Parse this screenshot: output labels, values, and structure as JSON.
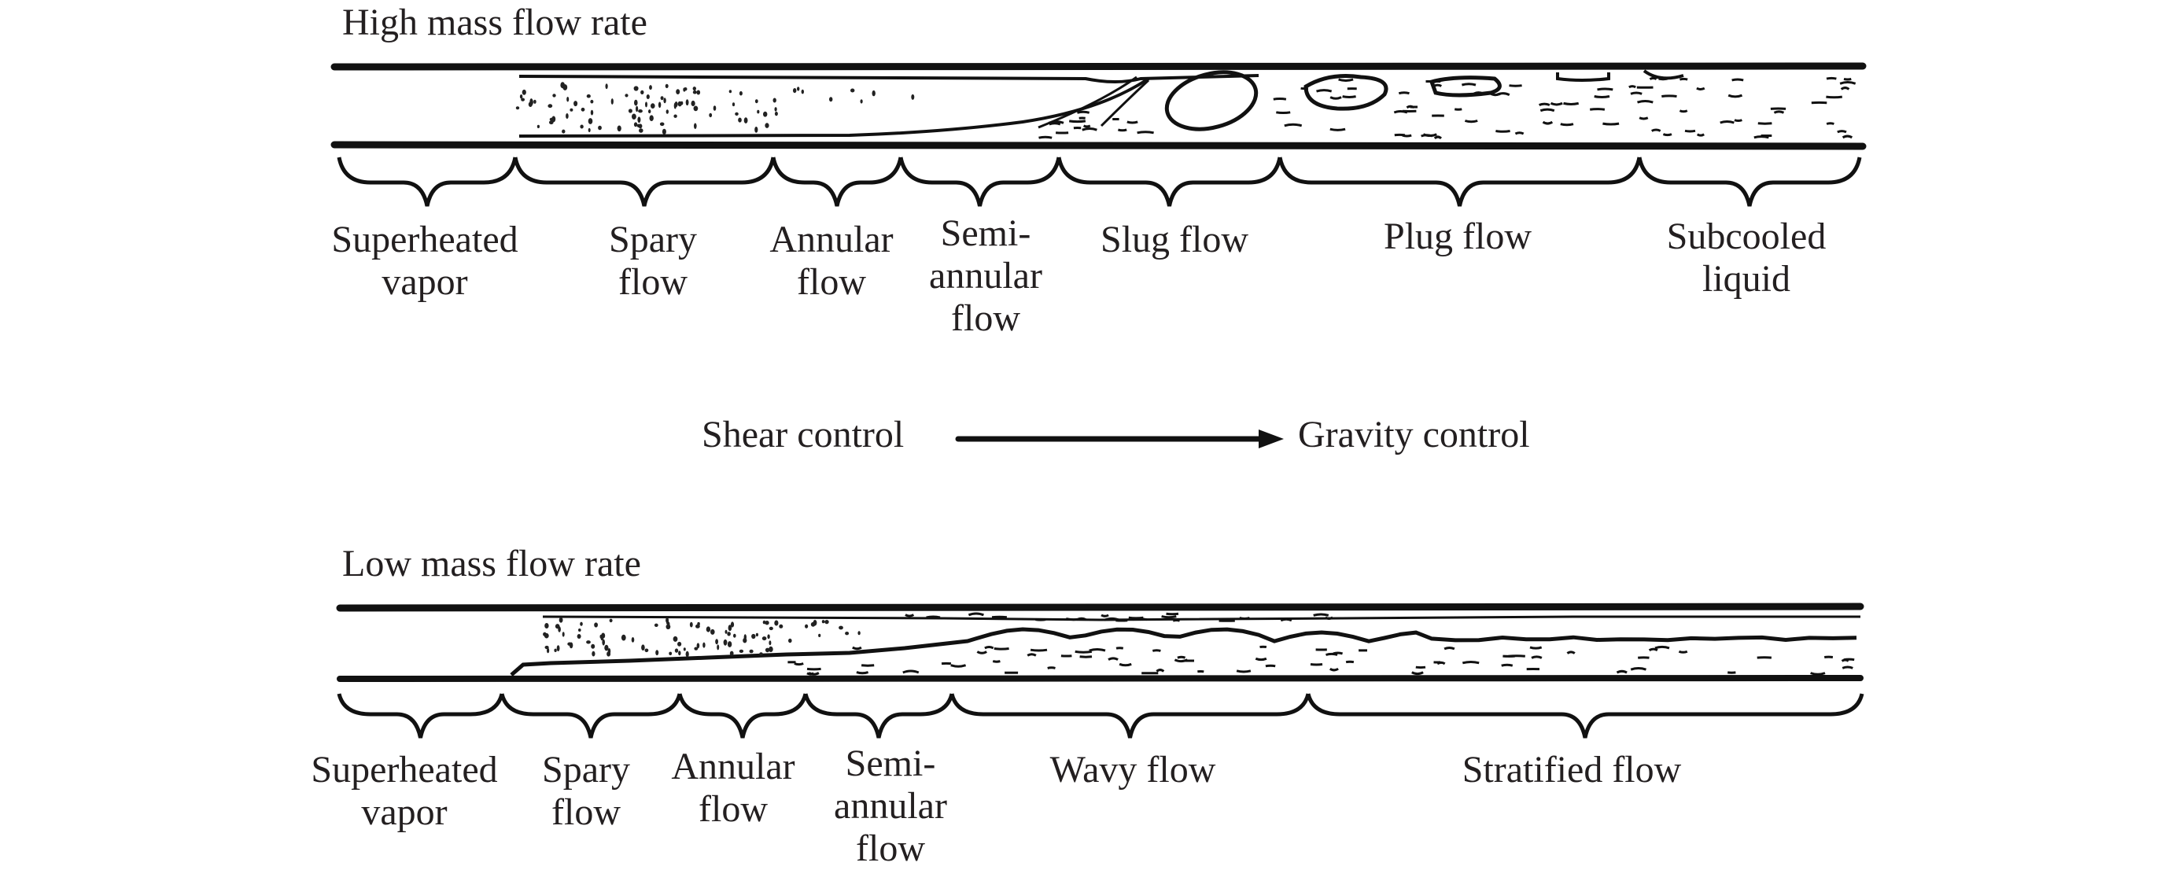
{
  "colors": {
    "ink": "#231f20",
    "pipe": "#111111",
    "background": "#ffffff"
  },
  "high": {
    "title": "High mass flow rate",
    "regions": [
      {
        "id": "superheated-vapor",
        "lines": [
          "Superheated",
          "vapor"
        ]
      },
      {
        "id": "spray-flow",
        "lines": [
          "Spary",
          "flow"
        ]
      },
      {
        "id": "annular-flow",
        "lines": [
          "Annular",
          "flow"
        ]
      },
      {
        "id": "semi-annular-flow",
        "lines": [
          "Semi-",
          "annular",
          "flow"
        ]
      },
      {
        "id": "slug-flow",
        "lines": [
          "Slug flow"
        ]
      },
      {
        "id": "plug-flow",
        "lines": [
          "Plug flow"
        ]
      },
      {
        "id": "subcooled-liquid",
        "lines": [
          "Subcooled",
          "liquid"
        ]
      }
    ]
  },
  "transition": {
    "from_label": "Shear control",
    "to_label": "Gravity control"
  },
  "low": {
    "title": "Low mass flow rate",
    "regions": [
      {
        "id": "superheated-vapor",
        "lines": [
          "Superheated",
          "vapor"
        ]
      },
      {
        "id": "spray-flow",
        "lines": [
          "Spary",
          "flow"
        ]
      },
      {
        "id": "annular-flow",
        "lines": [
          "Annular",
          "flow"
        ]
      },
      {
        "id": "semi-annular-flow",
        "lines": [
          "Semi-",
          "annular",
          "flow"
        ]
      },
      {
        "id": "wavy-flow",
        "lines": [
          "Wavy flow"
        ]
      },
      {
        "id": "stratified-flow",
        "lines": [
          "Stratified flow"
        ]
      }
    ]
  }
}
